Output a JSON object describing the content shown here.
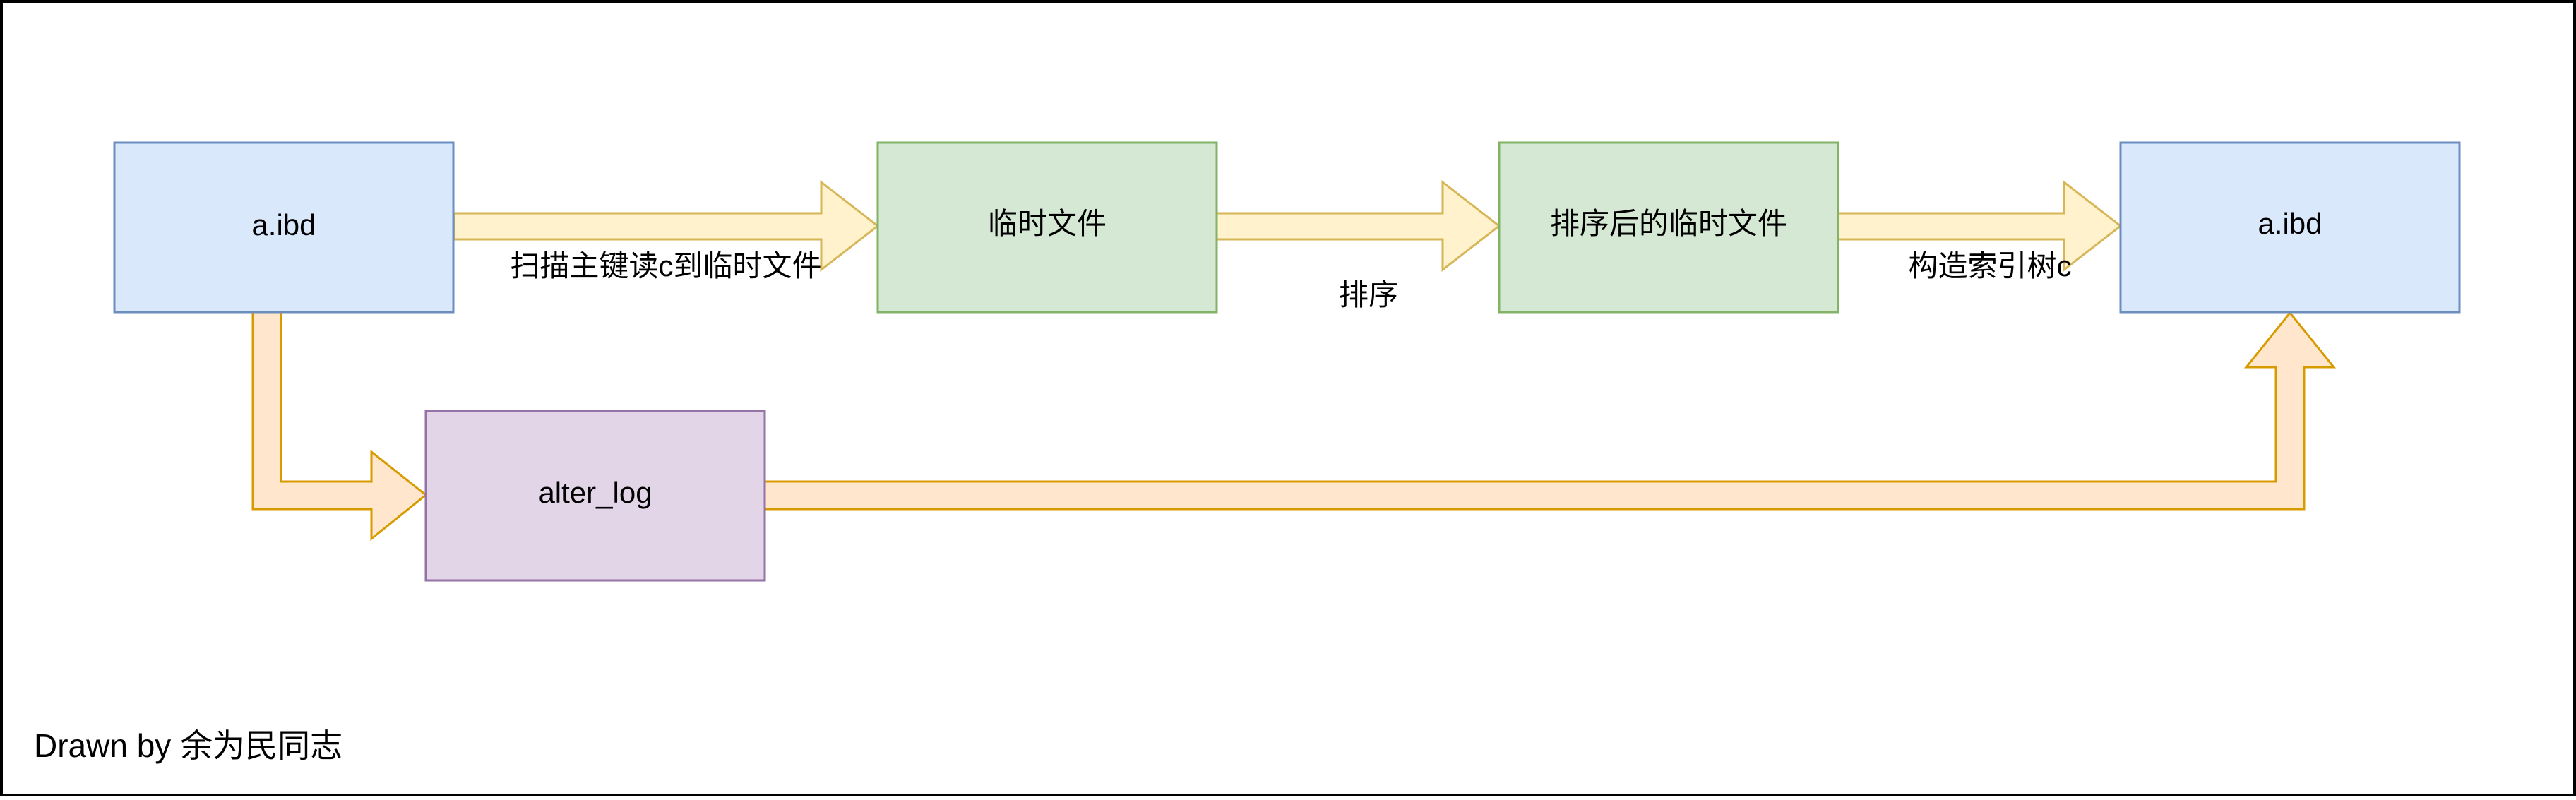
{
  "diagram": {
    "nodes": {
      "source_ibd": {
        "label": "a.ibd"
      },
      "temp_file": {
        "label": "临时文件"
      },
      "sorted_temp_file": {
        "label": "排序后的临时文件"
      },
      "target_ibd": {
        "label": "a.ibd"
      },
      "alter_log": {
        "label": "alter_log"
      }
    },
    "edges": {
      "scan_to_temp": {
        "label": "扫描主键读c到临时文件"
      },
      "sort": {
        "label": "排序"
      },
      "build_index": {
        "label": "构造索引树c"
      }
    },
    "credit": "Drawn by 余为民同志"
  },
  "colors": {
    "blue_fill": "#dae8fc",
    "blue_stroke": "#6c8ebf",
    "green_fill": "#d5e8d4",
    "green_stroke": "#82b366",
    "purple_fill": "#e1d5e7",
    "purple_stroke": "#9673a6",
    "yellow_arrow_fill": "#fff2cc",
    "yellow_arrow_stroke": "#d6b656",
    "orange_arrow_fill": "#ffe6cc",
    "orange_arrow_stroke": "#d79b00"
  }
}
